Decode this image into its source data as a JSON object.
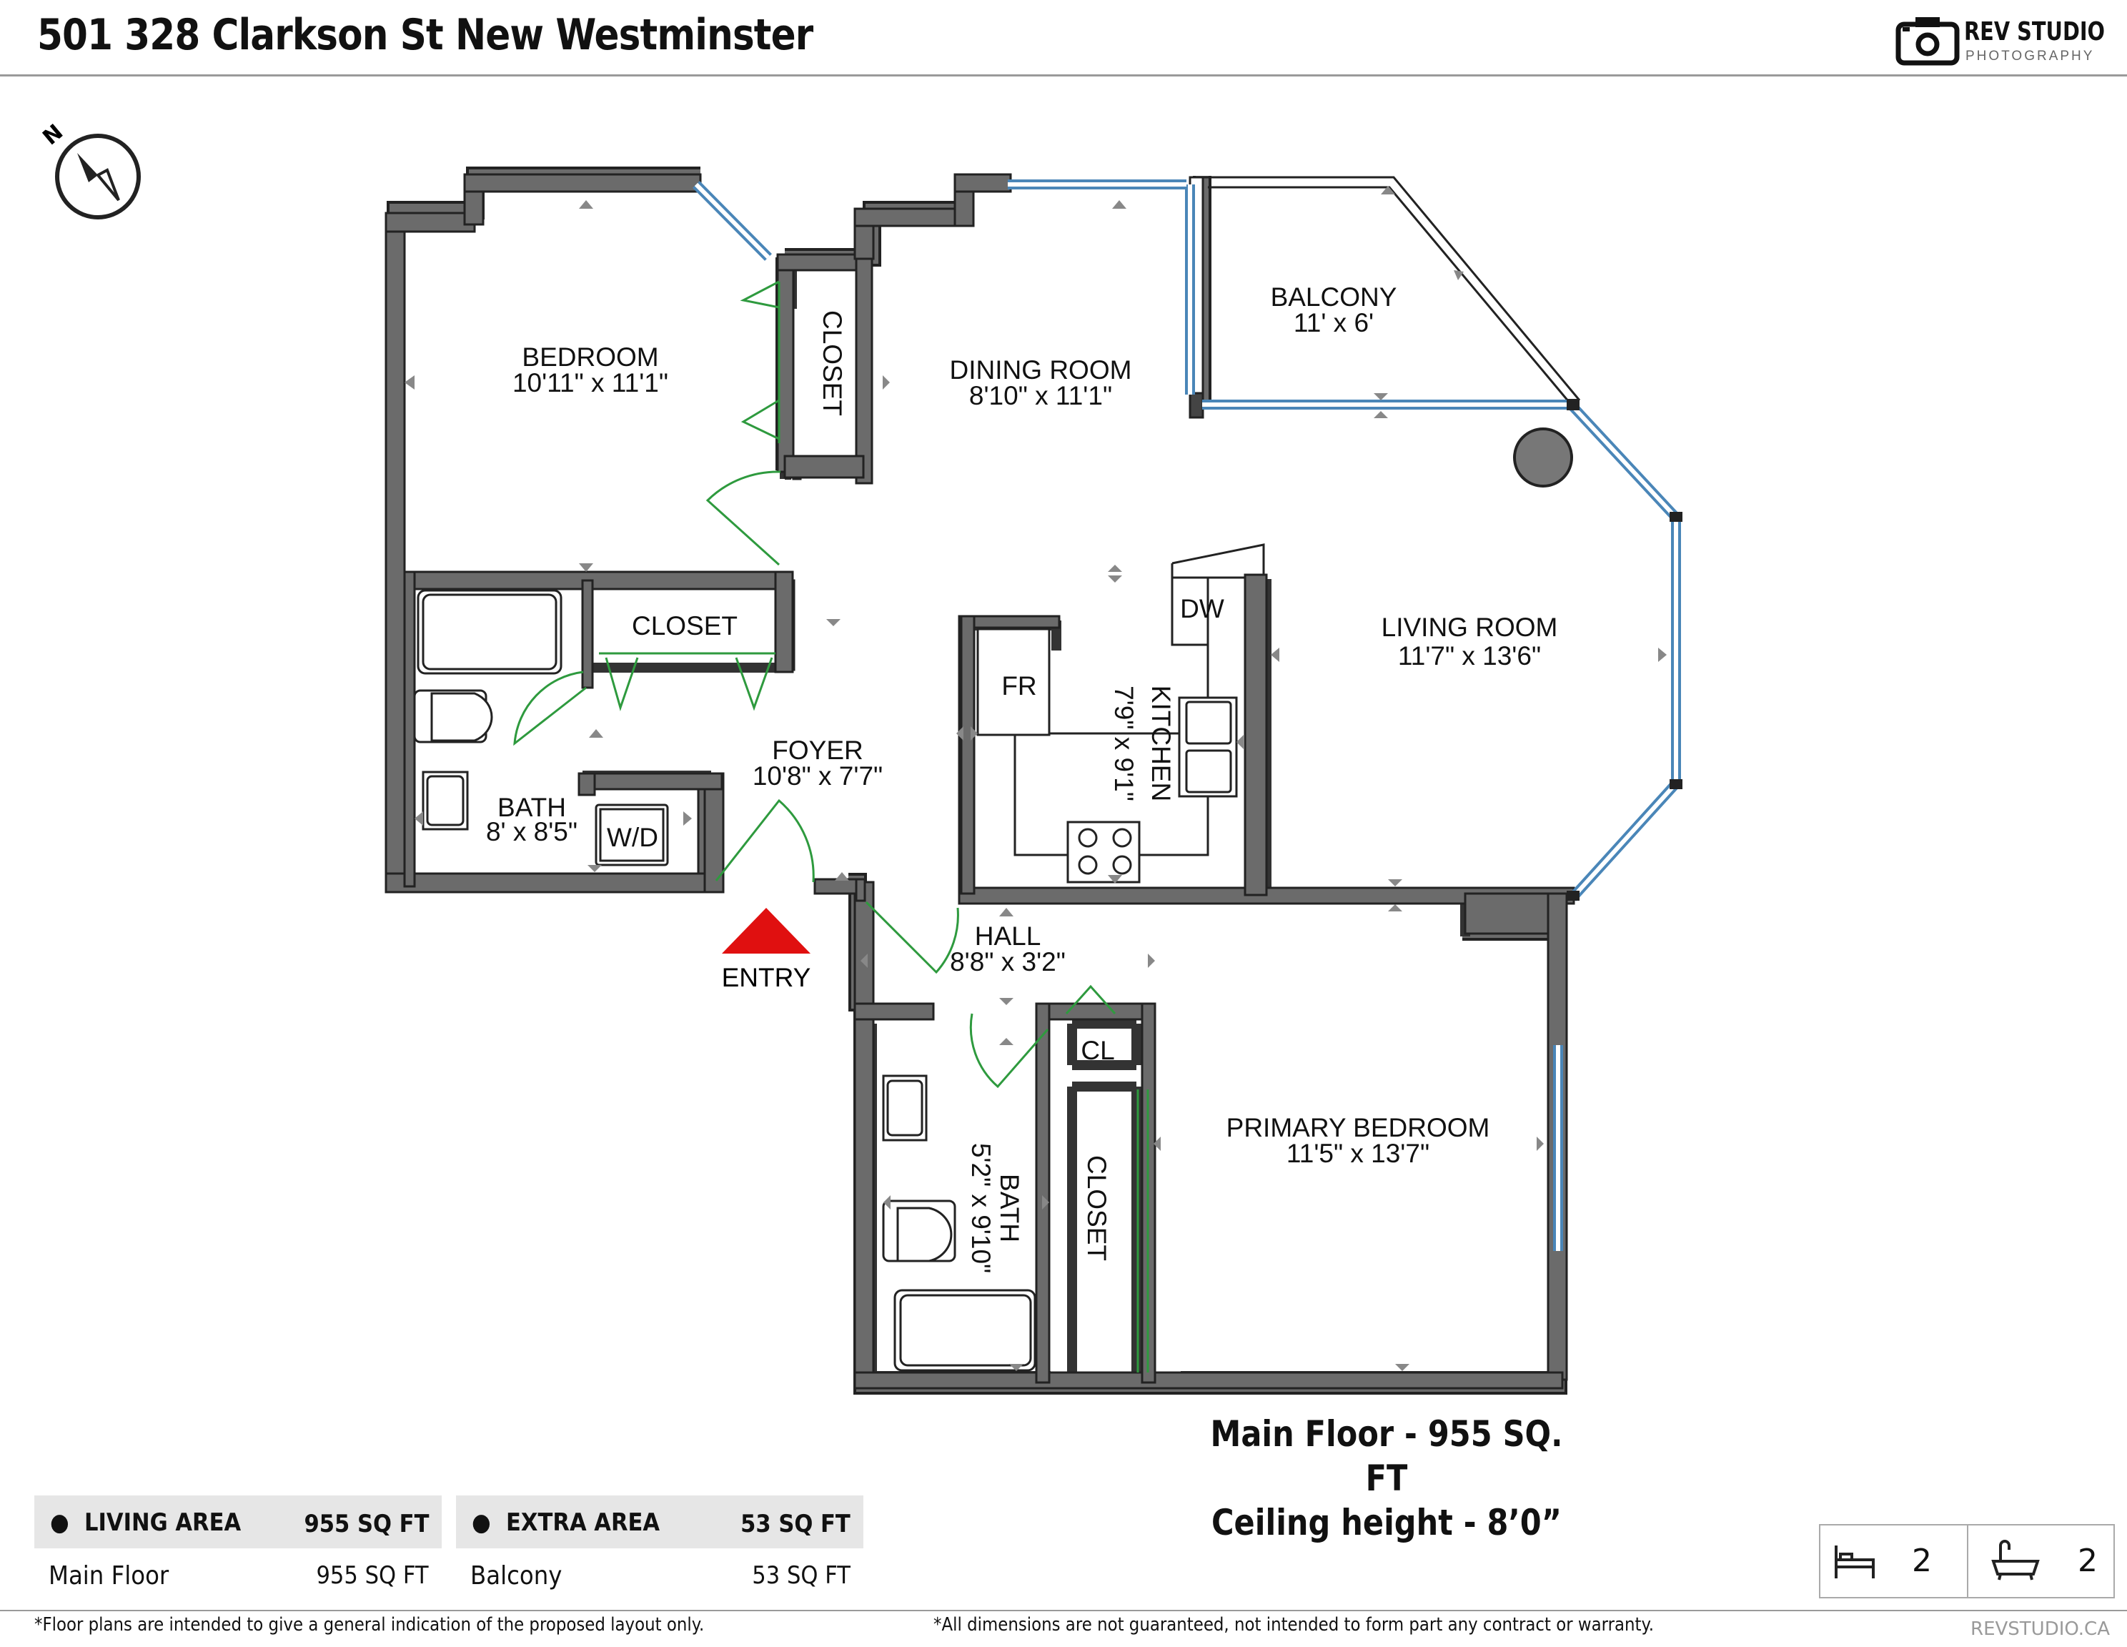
{
  "header": {
    "title": "501 328 Clarkson St New Westminster",
    "logo_name": "REV STUDIO",
    "logo_sub": "PHOTOGRAPHY"
  },
  "compass": {
    "label": "N"
  },
  "rooms": {
    "bedroom": {
      "name": "BEDROOM",
      "dims": "10'11\" x 11'1\""
    },
    "closet_bedroom": {
      "name": "CLOSET"
    },
    "dining": {
      "name": "DINING ROOM",
      "dims": "8'10\" x 11'1\""
    },
    "balcony": {
      "name": "BALCONY",
      "dims": "11' x 6'"
    },
    "closet_hall": {
      "name": "CLOSET"
    },
    "living": {
      "name": "LIVING ROOM",
      "dims": "11'7\" x 13'6\""
    },
    "kitchen": {
      "name": "KITCHEN",
      "dims": "7'9\" x 9'1\""
    },
    "fridge": {
      "name": "FR"
    },
    "dishwasher": {
      "name": "DW"
    },
    "foyer": {
      "name": "FOYER",
      "dims": "10'8\" x 7'7\""
    },
    "bath1": {
      "name": "BATH",
      "dims": "8' x 8'5\""
    },
    "washer": {
      "name": "W/D"
    },
    "entry": {
      "name": "ENTRY"
    },
    "hall": {
      "name": "HALL",
      "dims": "8'8\" x 3'2\""
    },
    "cl": {
      "name": "CL"
    },
    "bath2": {
      "name": "BATH",
      "dims": "5'2\" x 9'10\""
    },
    "closet_primary": {
      "name": "CLOSET"
    },
    "primary": {
      "name": "PRIMARY BEDROOM",
      "dims": "11'5\" x 13'7\""
    }
  },
  "summary": {
    "floor": "Main Floor - 955 SQ. FT",
    "ceiling": "Ceiling height - 8’0”"
  },
  "living_area": {
    "label": "LIVING AREA",
    "total": "955 SQ FT",
    "row_label": "Main Floor",
    "row_value": "955 SQ FT"
  },
  "extra_area": {
    "label": "EXTRA AREA",
    "total": "53 SQ FT",
    "row_label": "Balcony",
    "row_value": "53 SQ FT"
  },
  "counts": {
    "bedrooms": "2",
    "bathrooms": "2",
    "bed_icon": "bed-icon",
    "bath_icon": "bathtub-icon"
  },
  "footer": {
    "disclaimer_left": "*Floor plans are intended to give a general indication of the proposed layout only.",
    "disclaimer_right": "*All dimensions are not guaranteed, not intended to form part any contract or warranty.",
    "site": "REVSTUDIO.CA"
  },
  "colors": {
    "wall": "#555555",
    "window": "#4a86b8",
    "door": "#2e9a3e",
    "entry_marker": "#e01010"
  }
}
